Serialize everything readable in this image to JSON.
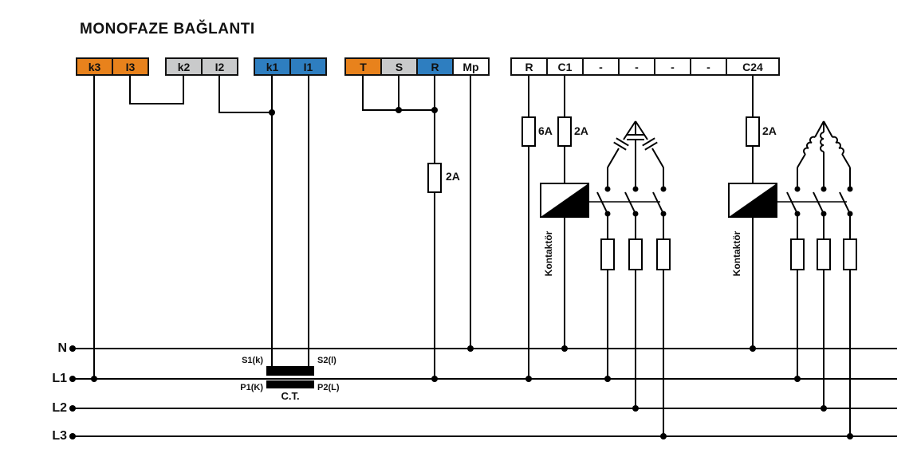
{
  "title": "MONOFAZE BAĞLANTI",
  "colors": {
    "terminal_orange": "#E8821C",
    "terminal_gray": "#C9CACB",
    "terminal_blue": "#2E7EC0",
    "terminal_white": "#FFFFFF",
    "wire": "#000000"
  },
  "terminals": {
    "current": [
      {
        "label": "k3"
      },
      {
        "label": "I3"
      },
      {
        "label": "k2"
      },
      {
        "label": "I2"
      },
      {
        "label": "k1"
      },
      {
        "label": "I1"
      }
    ],
    "voltage": [
      {
        "label": "T"
      },
      {
        "label": "S"
      },
      {
        "label": "R"
      },
      {
        "label": "Mp"
      }
    ],
    "relay": [
      {
        "label": "R"
      },
      {
        "label": "C1"
      },
      {
        "label": "-"
      },
      {
        "label": "-"
      },
      {
        "label": "-"
      },
      {
        "label": "-"
      },
      {
        "label": "C24"
      }
    ]
  },
  "fuse_labels": {
    "voltage_2a": "2A",
    "common_6a": "6A",
    "c1_2a": "2A",
    "c24_2a": "2A"
  },
  "ct": {
    "s1": "S1(k)",
    "s2": "S2(l)",
    "p1": "P1(K)",
    "p2": "P2(L)",
    "name": "C.T."
  },
  "contactor_1": "Kontaktör",
  "contactor_2": "Kontaktör",
  "power_lines": {
    "n": "N",
    "l1": "L1",
    "l2": "L2",
    "l3": "L3"
  }
}
